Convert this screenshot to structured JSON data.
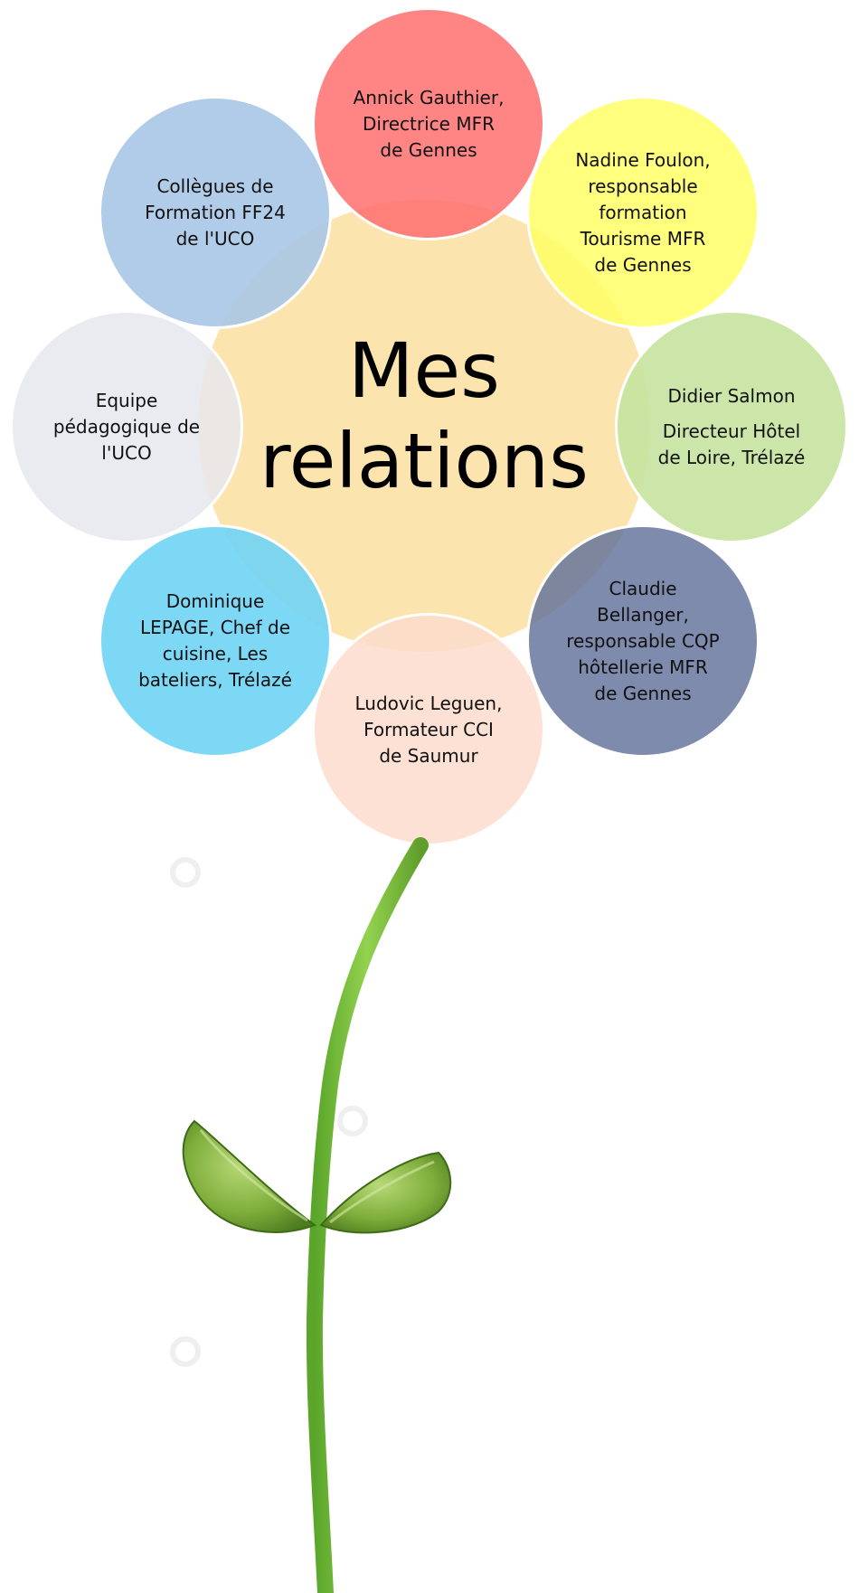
{
  "title": "Mes relations",
  "colors": {
    "center": "#fce3aa",
    "top": "#ff6f6f",
    "top_right": "#ffff66",
    "right": "#c6e3a0",
    "bottom_right": "#6e7ea4",
    "bottom": "#fbdccd",
    "bottom_left": "#6fd4f5",
    "left": "#e6e8ee",
    "top_left": "#a8c6e5",
    "stem": "#7bbf3a"
  },
  "petals": {
    "top": {
      "text": "Annick Gauthier, Directrice MFR de Gennes"
    },
    "top_right": {
      "text": "Nadine Foulon, responsable formation Tourisme MFR de Gennes"
    },
    "right": {
      "line1": "Didier Salmon",
      "line2": "Directeur Hôtel de Loire, Trélazé"
    },
    "bottom_right": {
      "text": "Claudie Bellanger, responsable CQP hôtellerie MFR de Gennes"
    },
    "bottom": {
      "text": "Ludovic Leguen, Formateur CCI de Saumur"
    },
    "bottom_left": {
      "text": "Dominique LEPAGE, Chef de cuisine, Les bateliers, Trélazé"
    },
    "left": {
      "text": "Equipe pédagogique de l'UCO"
    },
    "top_left": {
      "text": "Collègues de Formation FF24 de l'UCO"
    }
  },
  "icons": {
    "plant": "sprout-stem-with-two-seed-leaves"
  }
}
